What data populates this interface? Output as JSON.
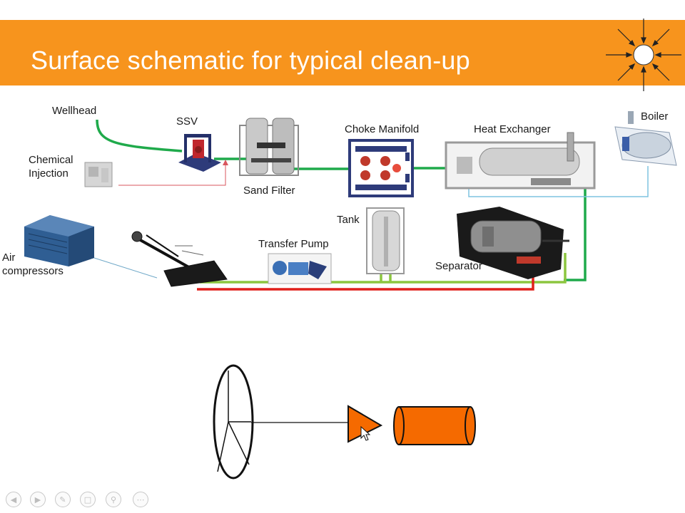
{
  "slide": {
    "title": "Surface schematic for typical clean-up"
  },
  "labels": {
    "wellhead": "Wellhead",
    "ssv": "SSV",
    "chemical_injection_line1": "Chemical",
    "chemical_injection_line2": "Injection",
    "sand_filter": "Sand Filter",
    "choke_manifold": "Choke Manifold",
    "heat_exchanger": "Heat Exchanger",
    "boiler": "Boiler",
    "tank": "Tank",
    "transfer_pump": "Transfer Pump",
    "separator": "Separator",
    "air_compressors_line1": "Air",
    "air_compressors_line2": "compressors"
  },
  "colors": {
    "banner": "#f7941d",
    "gas_line": "#1faa4b",
    "liquid_line": "#8cc63f",
    "oil_line": "#e0201b",
    "steam_line": "#7fc4e0",
    "chem_line": "#d9565e",
    "cylinder": "#f56a00"
  },
  "nav": {
    "prev": "previous-icon",
    "next": "next-icon",
    "pen": "pen-icon",
    "slides": "slides-icon",
    "zoom": "zoom-icon",
    "more": "more-icon"
  }
}
